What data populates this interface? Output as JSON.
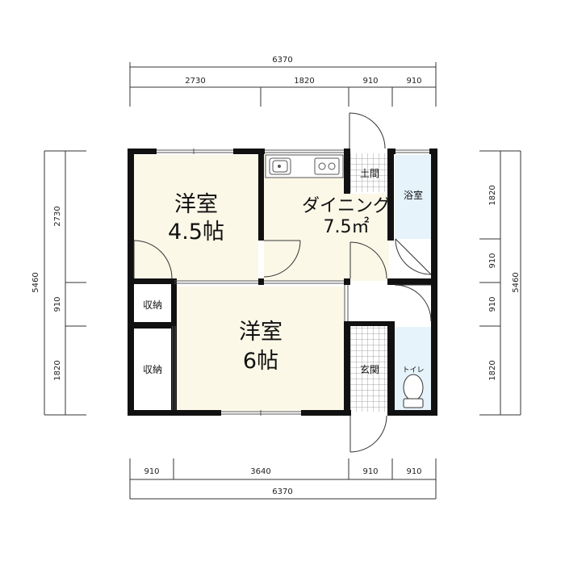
{
  "dimensions": {
    "top_total": "6370",
    "top_segments": [
      "2730",
      "1820",
      "910",
      "910"
    ],
    "bottom_total": "6370",
    "bottom_segments": [
      "910",
      "3640",
      "910",
      "910"
    ],
    "left_total": "5460",
    "left_segments": [
      "2730",
      "910",
      "1820"
    ],
    "right_total": "5460",
    "right_segments": [
      "1820",
      "910",
      "910",
      "1820"
    ]
  },
  "rooms": {
    "western_room_1": {
      "name": "洋室",
      "size": "4.5帖"
    },
    "dining": {
      "name": "ダイニング",
      "size": "7.5㎡"
    },
    "western_room_2": {
      "name": "洋室",
      "size": "6帖"
    },
    "earthen_floor": "土間",
    "bathroom": "浴室",
    "storage_top": "収納",
    "storage_bottom": "収納",
    "entrance": "玄関",
    "toilet": "トイレ"
  },
  "colors": {
    "wall": "#111111",
    "floor": "#fbf8e8",
    "wet_area": "#e6f3fb",
    "grid": "#999999"
  }
}
